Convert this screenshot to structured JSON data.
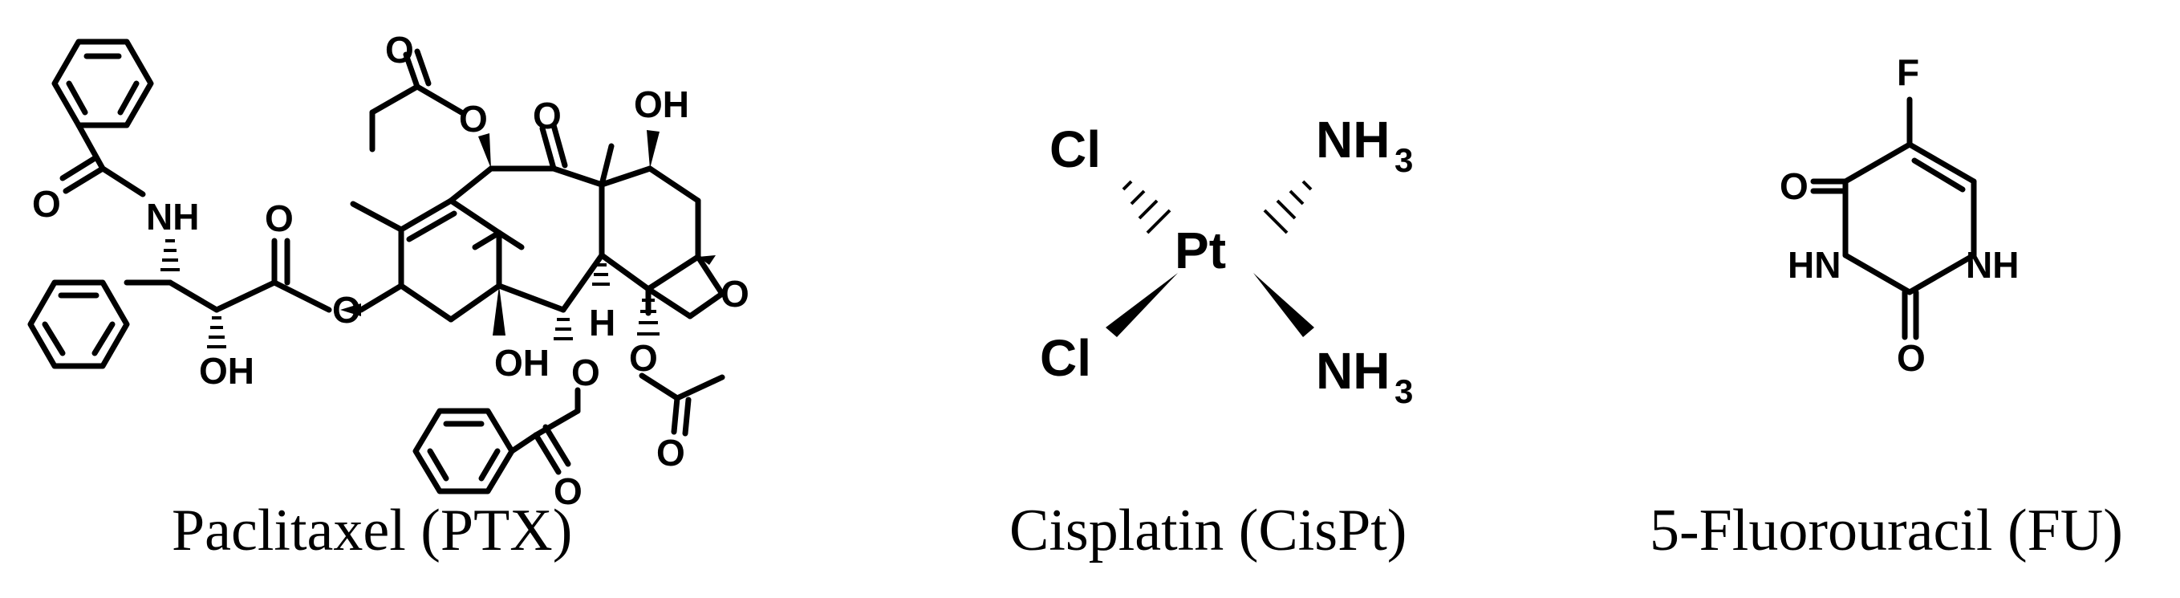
{
  "molecules": [
    {
      "caption": "Paclitaxel (PTX)",
      "atoms": [
        "O",
        "NH",
        "O",
        "O",
        "OH",
        "O",
        "O",
        "O",
        "OH",
        "H",
        "O",
        "OH",
        "O",
        "O",
        "O",
        "O"
      ]
    },
    {
      "caption": "Cisplatin (CisPt)",
      "atoms": [
        "Cl",
        "Cl",
        "Pt",
        "NH",
        "3",
        "NH",
        "3"
      ]
    },
    {
      "caption": "5-Fluorouracil (FU)",
      "atoms": [
        "F",
        "O",
        "HN",
        "NH",
        "O"
      ]
    }
  ]
}
